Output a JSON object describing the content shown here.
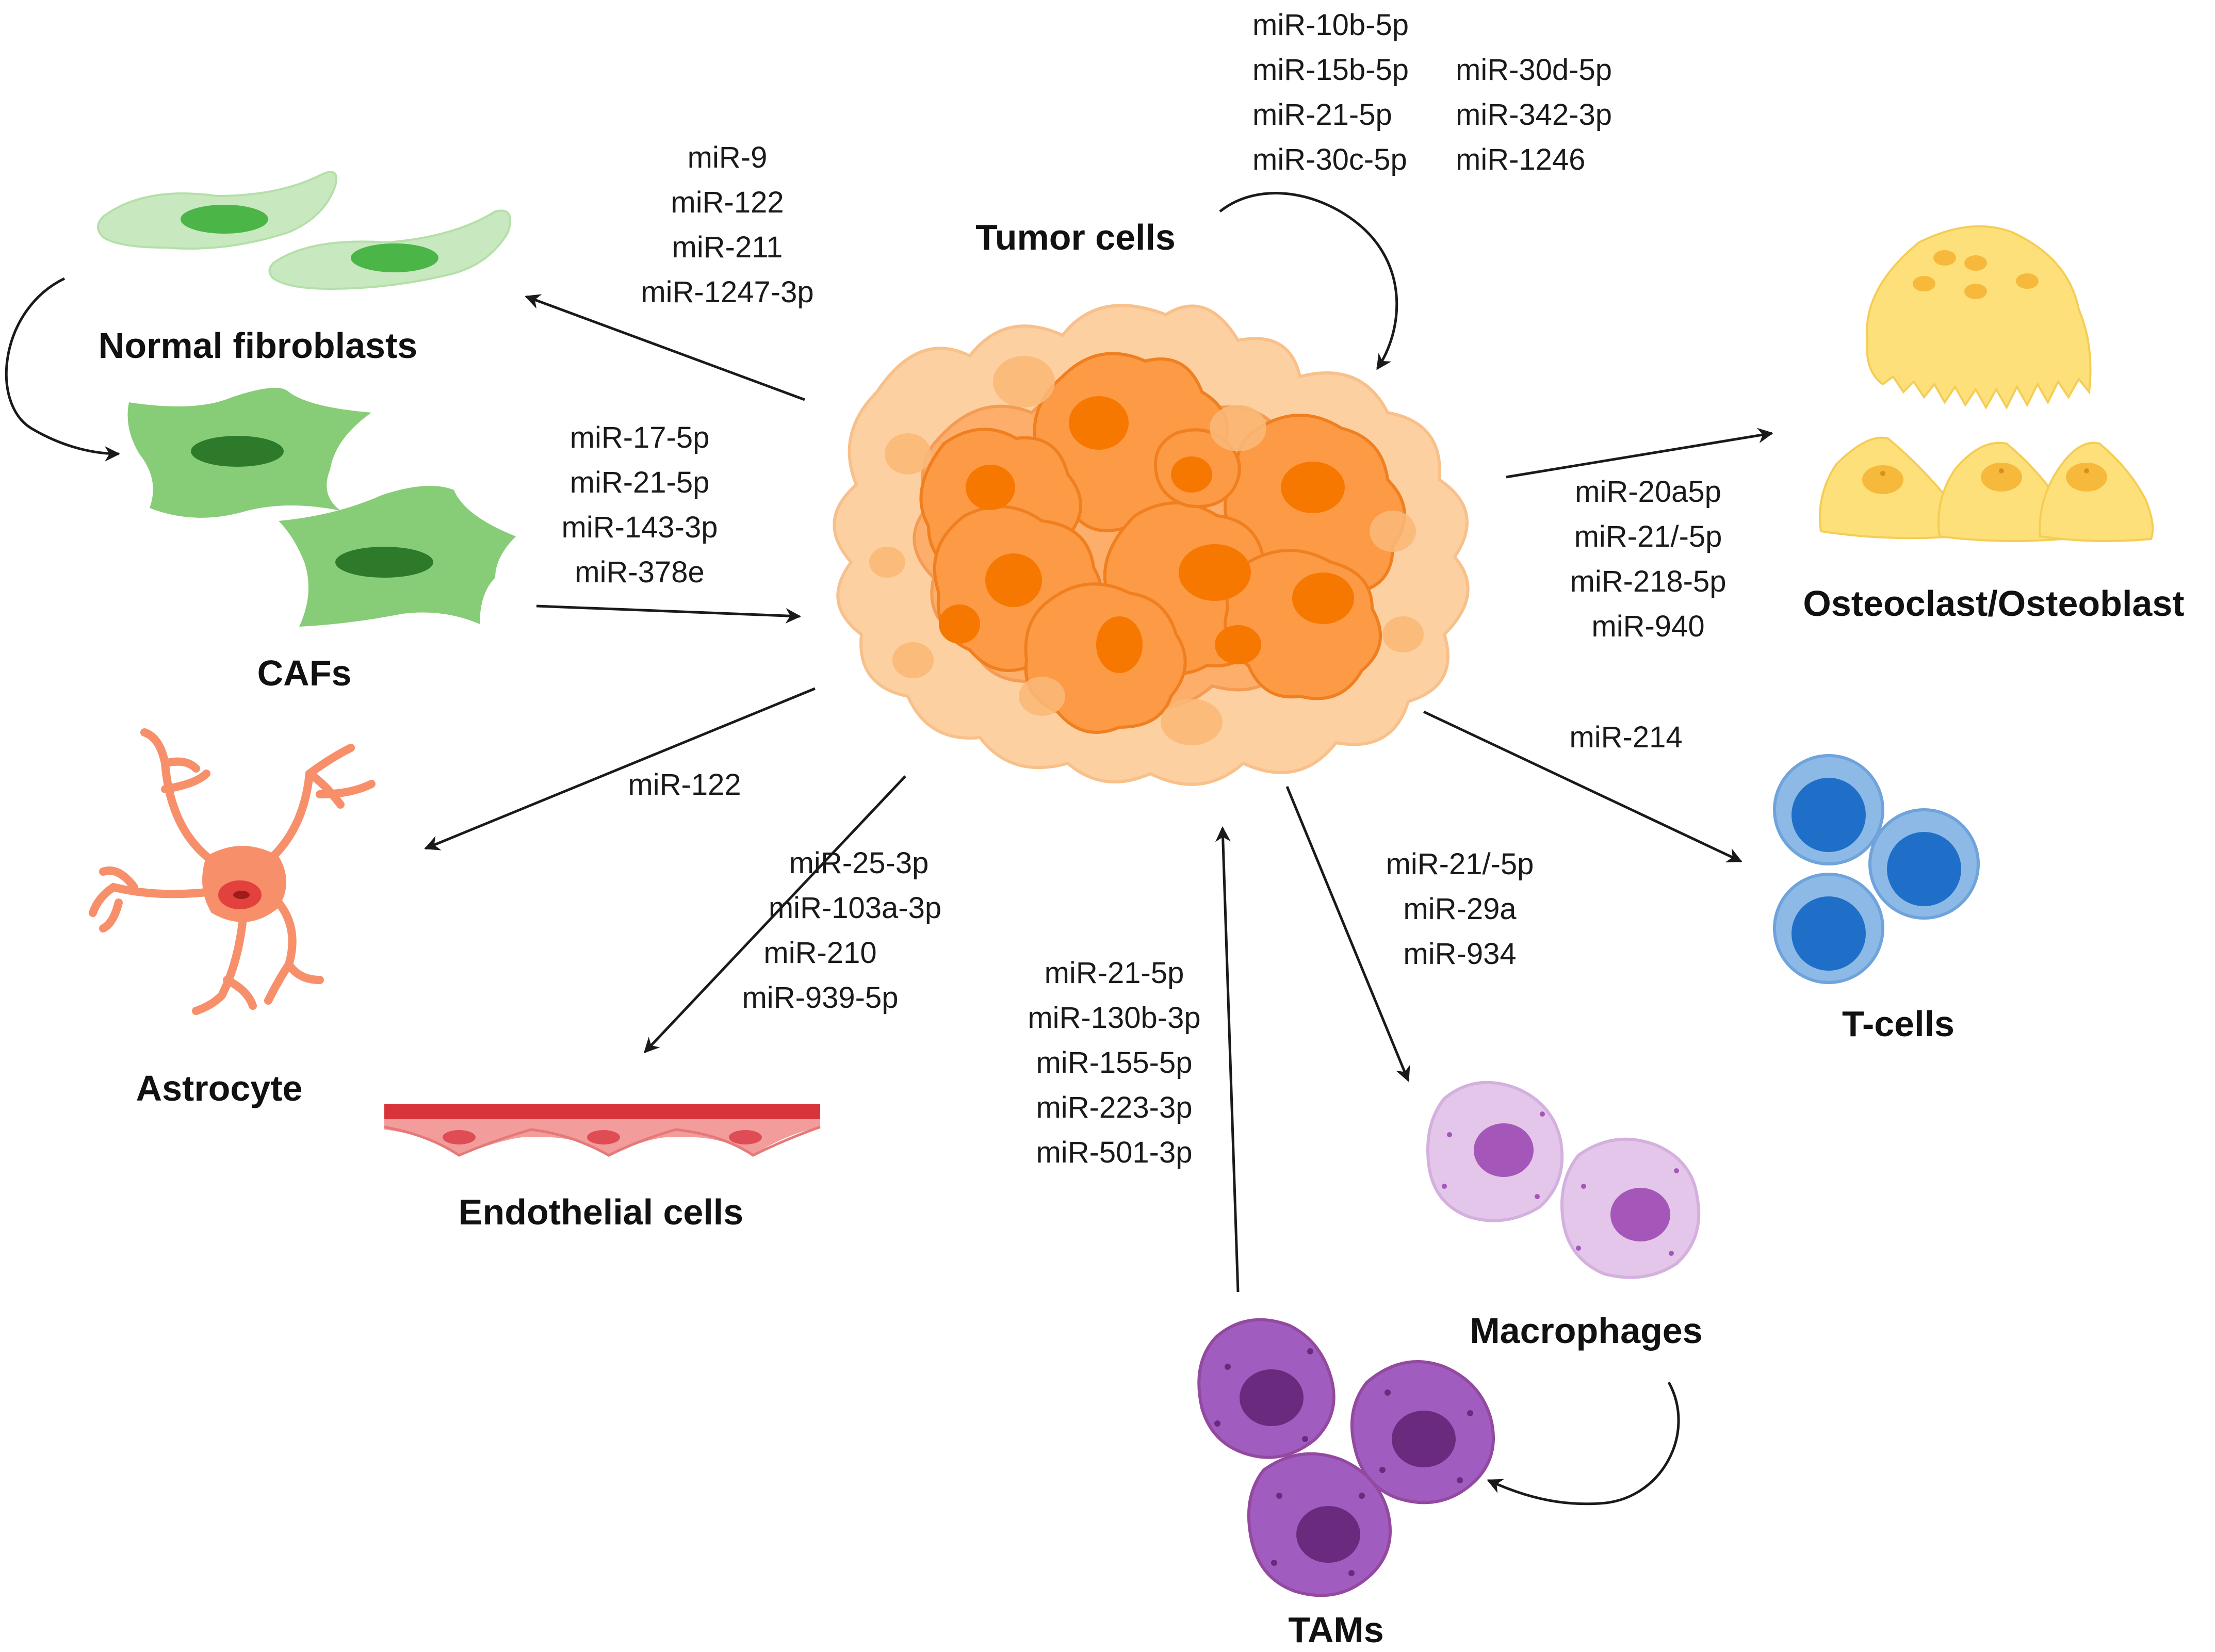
{
  "colors": {
    "tumor_light": "#fdd0a2",
    "tumor_mid": "#fdae6b",
    "tumor_dark": "#fd8d3c",
    "tumor_nucleus": "#f67800",
    "fibroblast": "#a8d99a",
    "caf": "#7ec56e",
    "caf_nucleus": "#2f8a2b",
    "osteo": "#fde07a",
    "tcell_outer": "#8db9e6",
    "tcell_inner": "#1f6fc9",
    "macrophage": "#e3c6ea",
    "tam": "#a15cbf",
    "astrocyte": "#f7906a",
    "endothelial": "#e9747b",
    "arrow": "#1a1a1a"
  },
  "labels": {
    "tumor": "Tumor cells",
    "fibroblasts": "Normal fibroblasts",
    "cafs": "CAFs",
    "astrocyte": "Astrocyte",
    "endothelial": "Endothelial cells",
    "tams": "TAMs",
    "macrophages": "Macrophages",
    "tcells": "T-cells",
    "osteo": "Osteoclast/Osteoblast"
  },
  "mirnas": {
    "self_col1": [
      "miR-10b-5p",
      "miR-15b-5p",
      "miR-21-5p",
      "miR-30c-5p"
    ],
    "self_col2": [
      "miR-30d-5p",
      "miR-342-3p",
      "miR-1246"
    ],
    "to_fibroblasts": [
      "miR-9",
      "miR-122",
      "miR-211",
      "miR-1247-3p"
    ],
    "from_cafs": [
      "miR-17-5p",
      "miR-21-5p",
      "miR-143-3p",
      "miR-378e"
    ],
    "to_astrocyte": [
      "miR-122"
    ],
    "to_endothelial": [
      "miR-25-3p",
      "miR-103a-3p",
      "miR-210",
      "miR-939-5p"
    ],
    "from_tams": [
      "miR-21-5p",
      "miR-130b-3p",
      "miR-155-5p",
      "miR-223-3p",
      "miR-501-3p"
    ],
    "to_macrophages": [
      "miR-21/-5p",
      "miR-29a",
      "miR-934"
    ],
    "to_tcells": [
      "miR-214"
    ],
    "to_osteo": [
      "miR-20a5p",
      "miR-21/-5p",
      "miR-218-5p",
      "miR-940"
    ]
  }
}
